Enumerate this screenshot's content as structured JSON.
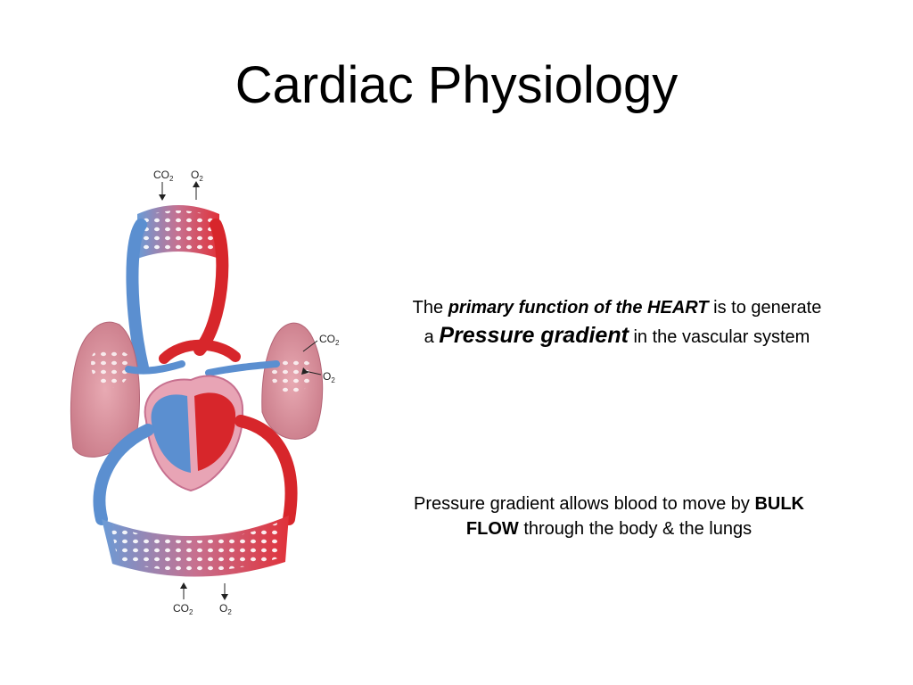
{
  "slide": {
    "title": "Cardiac Physiology"
  },
  "diagram": {
    "labels": {
      "top_co2": "CO",
      "top_o2": "O",
      "right_co2": "CO",
      "right_o2": "O",
      "bottom_co2": "CO",
      "bottom_o2": "O",
      "subscript": "2"
    }
  },
  "text1": {
    "part1": "The ",
    "emph1": "primary function of the HEART",
    "part2": " is to generate a ",
    "emph2": "Pressure gradient",
    "part3": " in the vascular system"
  },
  "text2": {
    "part1": "Pressure gradient allows blood to move by ",
    "bold": "BULK FLOW",
    "part2": " through the body & the lungs"
  },
  "colors": {
    "oxygenated": "#d7262b",
    "deoxygenated": "#5b8fd0",
    "lung": "#d98e9b",
    "capillary_bg": "#d87d8c"
  }
}
